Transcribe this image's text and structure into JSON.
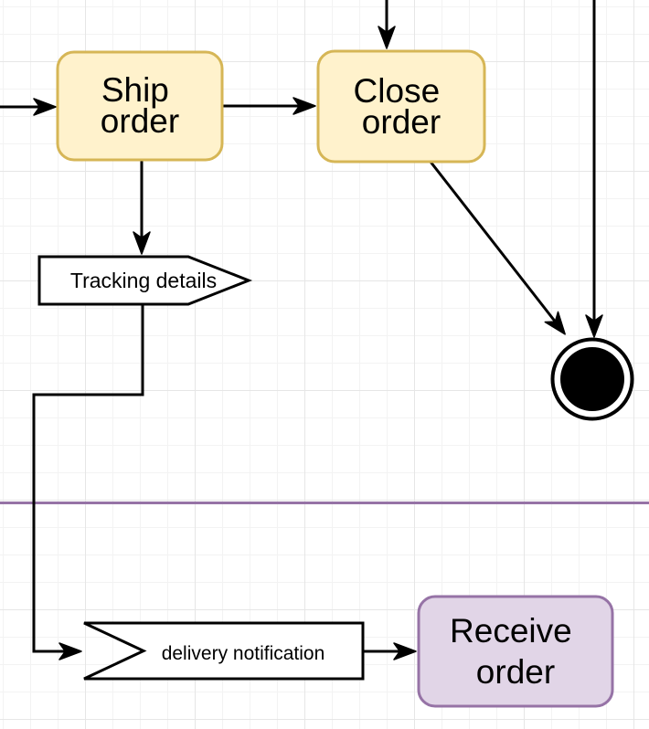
{
  "nodes": {
    "ship_order": {
      "lines": [
        "Ship",
        "order"
      ]
    },
    "close_order": {
      "lines": [
        "Close",
        "order"
      ]
    },
    "tracking_details": {
      "label": "Tracking details"
    },
    "delivery_notification": {
      "label": "delivery notification"
    },
    "receive_order": {
      "lines": [
        "Receive",
        "order"
      ]
    }
  },
  "colors": {
    "background": "#ffffff",
    "grid_minor": "#f3f3f3",
    "grid_major": "#e6e6e6",
    "edge": "#000000",
    "action_fill": "#FFF2CC",
    "action_stroke": "#D6B656",
    "signal_fill": "#FFFFFF",
    "signal_stroke": "#000000",
    "receive_action_fill": "#E1D5E7",
    "receive_action_stroke": "#9673A6",
    "lane_divider": "#9673A6",
    "final_node_fill": "#000000"
  }
}
